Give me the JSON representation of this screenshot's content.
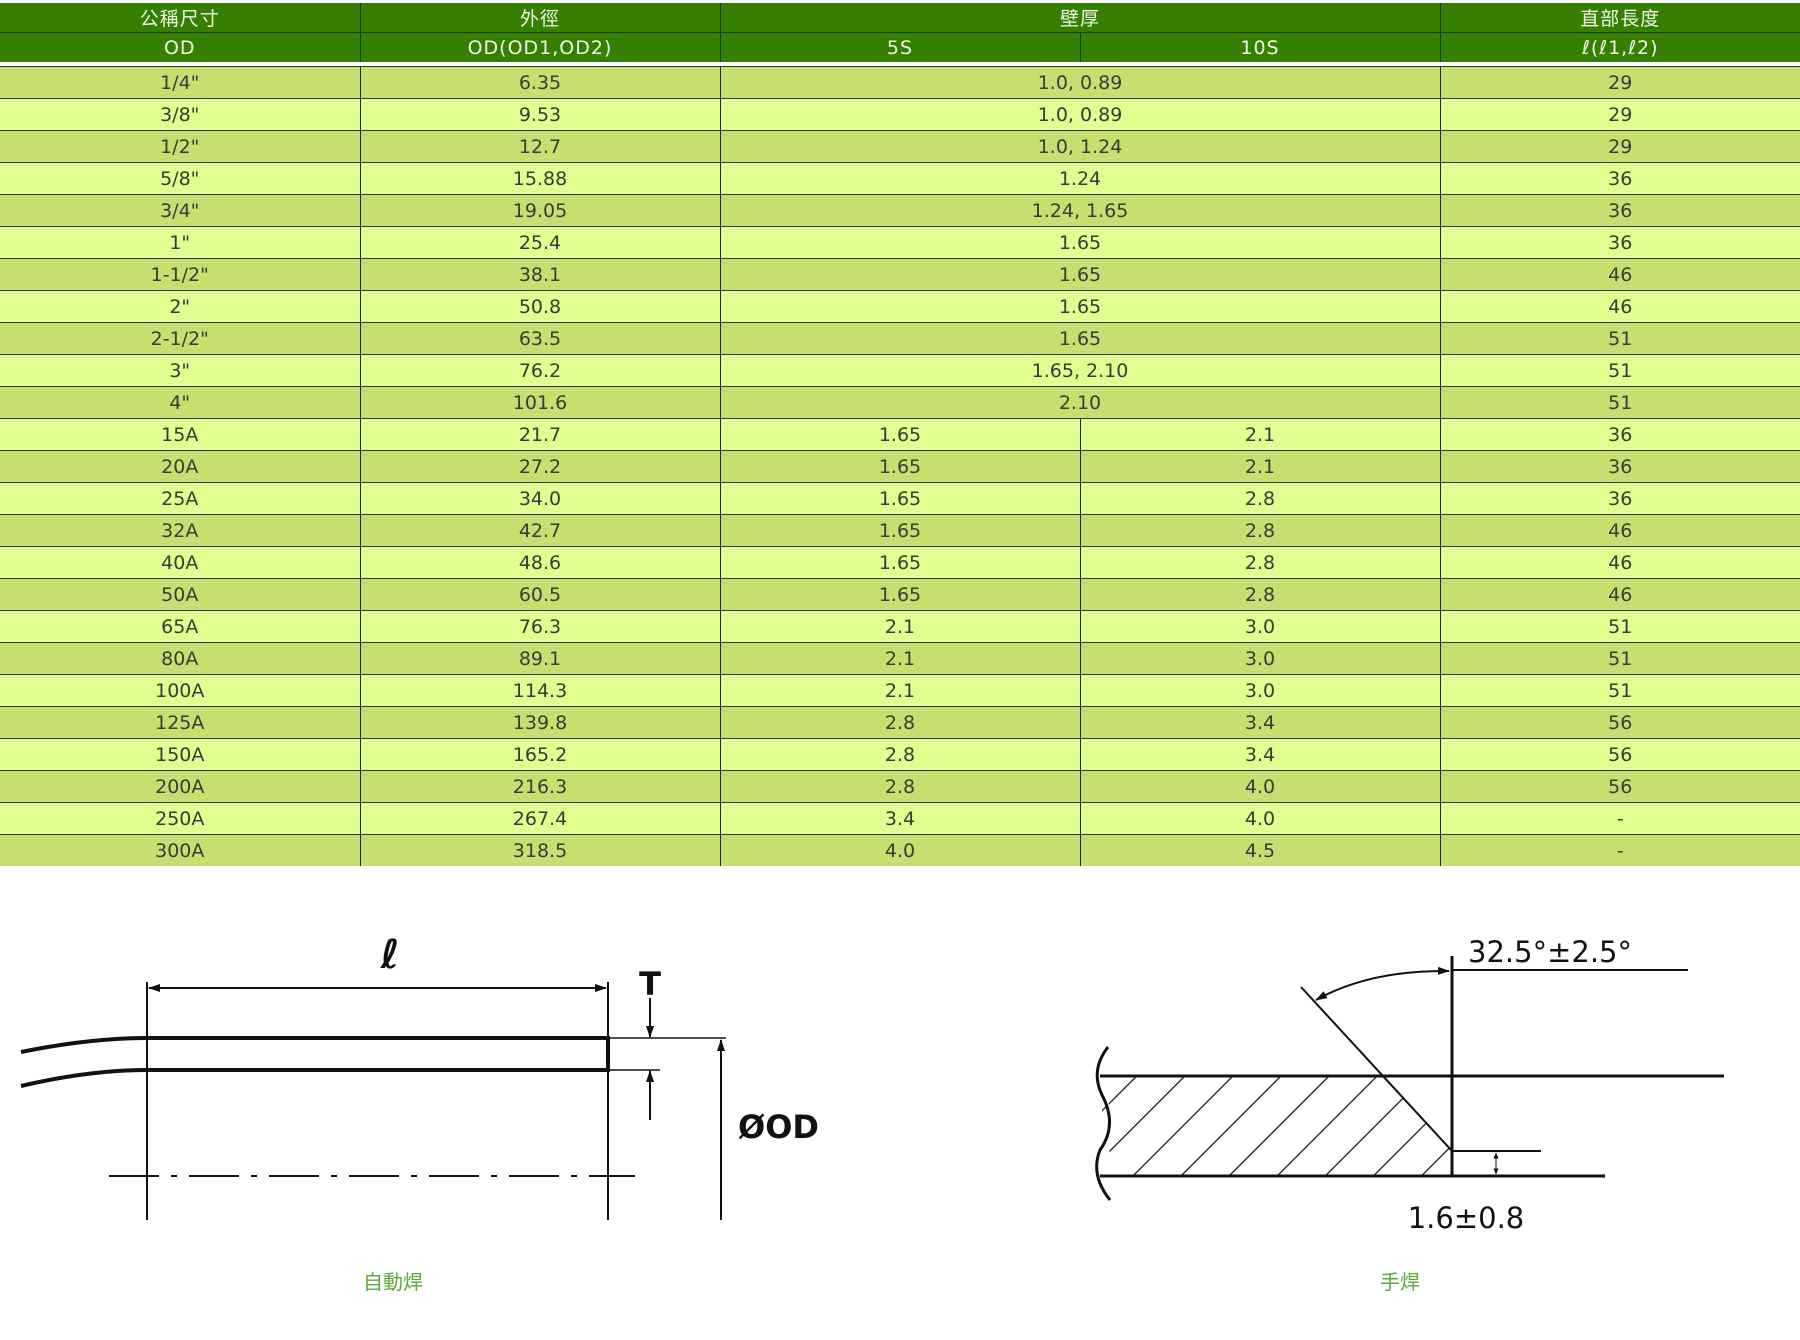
{
  "table": {
    "header_row1": [
      "公稱尺寸",
      "外徑",
      "壁厚",
      "直部長度"
    ],
    "header_row2": [
      "OD",
      "OD(OD1,OD2)",
      "5S",
      "10S",
      "ℓ(ℓ1,ℓ2)"
    ],
    "rows": [
      {
        "od": "1/4\"",
        "outer": "6.35",
        "wall": "1.0, 0.89",
        "length": "29"
      },
      {
        "od": "3/8\"",
        "outer": "9.53",
        "wall": "1.0, 0.89",
        "length": "29"
      },
      {
        "od": "1/2\"",
        "outer": "12.7",
        "wall": "1.0, 1.24",
        "length": "29"
      },
      {
        "od": "5/8\"",
        "outer": "15.88",
        "wall": "1.24",
        "length": "36"
      },
      {
        "od": "3/4\"",
        "outer": "19.05",
        "wall": "1.24, 1.65",
        "length": "36"
      },
      {
        "od": "1\"",
        "outer": "25.4",
        "wall": "1.65",
        "length": "36"
      },
      {
        "od": "1-1/2\"",
        "outer": "38.1",
        "wall": "1.65",
        "length": "46"
      },
      {
        "od": "2\"",
        "outer": "50.8",
        "wall": "1.65",
        "length": "46"
      },
      {
        "od": "2-1/2\"",
        "outer": "63.5",
        "wall": "1.65",
        "length": "51"
      },
      {
        "od": "3\"",
        "outer": "76.2",
        "wall": "1.65, 2.10",
        "length": "51"
      },
      {
        "od": "4\"",
        "outer": "101.6",
        "wall": "2.10",
        "length": "51"
      },
      {
        "od": "15A",
        "outer": "21.7",
        "s5": "1.65",
        "s10": "2.1",
        "length": "36"
      },
      {
        "od": "20A",
        "outer": "27.2",
        "s5": "1.65",
        "s10": "2.1",
        "length": "36"
      },
      {
        "od": "25A",
        "outer": "34.0",
        "s5": "1.65",
        "s10": "2.8",
        "length": "36"
      },
      {
        "od": "32A",
        "outer": "42.7",
        "s5": "1.65",
        "s10": "2.8",
        "length": "46"
      },
      {
        "od": "40A",
        "outer": "48.6",
        "s5": "1.65",
        "s10": "2.8",
        "length": "46"
      },
      {
        "od": "50A",
        "outer": "60.5",
        "s5": "1.65",
        "s10": "2.8",
        "length": "46"
      },
      {
        "od": "65A",
        "outer": "76.3",
        "s5": "2.1",
        "s10": "3.0",
        "length": "51"
      },
      {
        "od": "80A",
        "outer": "89.1",
        "s5": "2.1",
        "s10": "3.0",
        "length": "51"
      },
      {
        "od": "100A",
        "outer": "114.3",
        "s5": "2.1",
        "s10": "3.0",
        "length": "51"
      },
      {
        "od": "125A",
        "outer": "139.8",
        "s5": "2.8",
        "s10": "3.4",
        "length": "56"
      },
      {
        "od": "150A",
        "outer": "165.2",
        "s5": "2.8",
        "s10": "3.4",
        "length": "56"
      },
      {
        "od": "200A",
        "outer": "216.3",
        "s5": "2.8",
        "s10": "4.0",
        "length": "56"
      },
      {
        "od": "250A",
        "outer": "267.4",
        "s5": "3.4",
        "s10": "4.0",
        "length": "-"
      },
      {
        "od": "300A",
        "outer": "318.5",
        "s5": "4.0",
        "s10": "4.5",
        "length": "-"
      }
    ]
  },
  "drawings": {
    "auto": {
      "length_label": "ℓ",
      "thickness_label": "T",
      "od_label": "ØOD",
      "caption": "自動焊"
    },
    "manual": {
      "angle_label": "32.5°±2.5°",
      "root_label": "1.6±0.8",
      "caption": "手焊"
    }
  },
  "colors": {
    "header": "#358000",
    "row_dark": "#c7df6f",
    "row_light": "#dfff8f",
    "caption": "#5aa83a"
  }
}
